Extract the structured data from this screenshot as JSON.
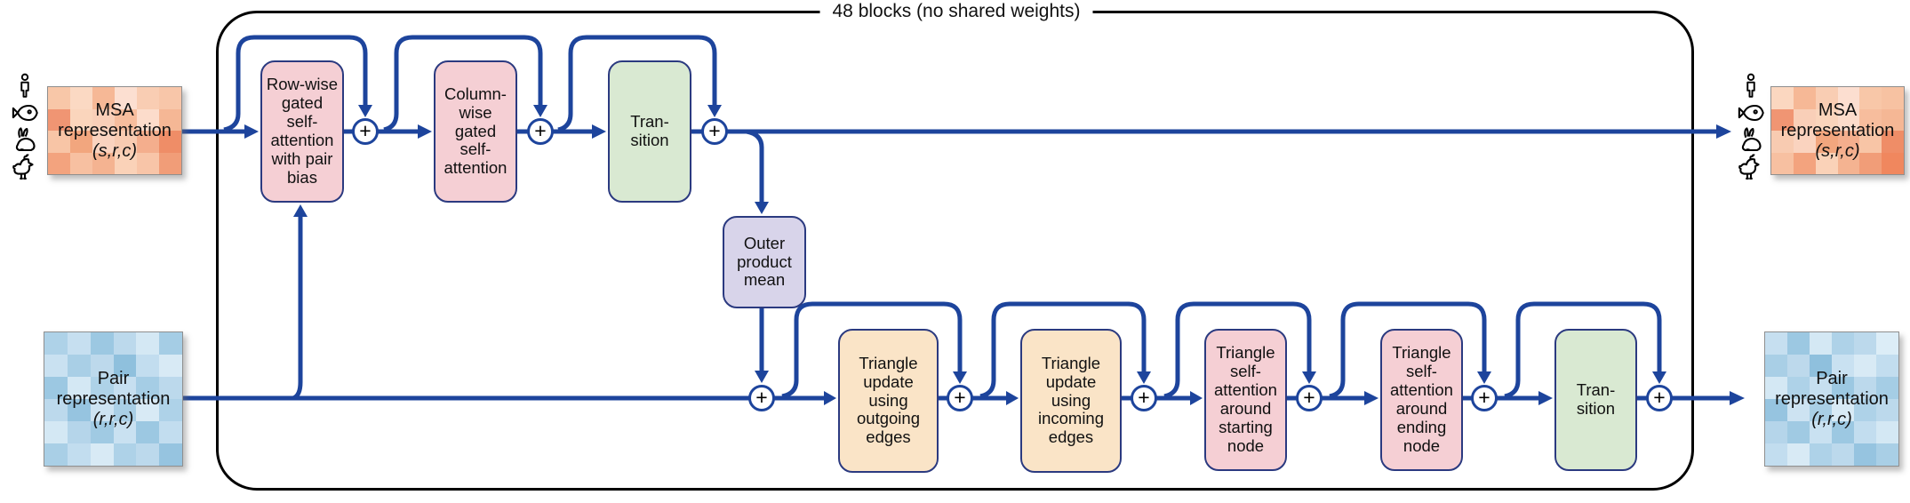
{
  "figure": {
    "top_label": "48 blocks (no shared weights)",
    "plus_symbol": "+"
  },
  "colors": {
    "wire_blue": "#1d449c",
    "block_border_navy": "#2b3a80",
    "attention_pink": "#f5cfd4",
    "transition_green": "#d9e9d2",
    "outer_product_purple": "#d8d4ea",
    "triangle_update_peach": "#fae4c7",
    "border_black": "#000000"
  },
  "msa_stream": {
    "input": {
      "name": "MSA\nrepresentation",
      "shape": "(s,r,c)"
    },
    "output": {
      "name": "MSA\nrepresentation",
      "shape": "(s,r,c)"
    },
    "blocks": [
      {
        "label": "Row-wise\ngated\nself-\nattention\nwith pair\nbias",
        "color": "#f5cfd4"
      },
      {
        "label": "Column-\nwise\ngated\nself-\nattention",
        "color": "#f5cfd4"
      },
      {
        "label": "Tran-\nsition",
        "color": "#d9e9d2"
      }
    ],
    "outer_product": {
      "label": "Outer\nproduct\nmean",
      "color": "#d8d4ea"
    }
  },
  "pair_stream": {
    "input": {
      "name": "Pair\nrepresentation",
      "shape": "(r,r,c)"
    },
    "output": {
      "name": "Pair\nrepresentation",
      "shape": "(r,r,c)"
    },
    "blocks": [
      {
        "label": "Triangle\nupdate\nusing\noutgoing\nedges",
        "color": "#fae4c7"
      },
      {
        "label": "Triangle\nupdate\nusing\nincoming\nedges",
        "color": "#fae4c7"
      },
      {
        "label": "Triangle\nself-\nattention\naround\nstarting\nnode",
        "color": "#f5cfd4"
      },
      {
        "label": "Triangle\nself-\nattention\naround\nending\nnode",
        "color": "#f5cfd4"
      },
      {
        "label": "Tran-\nsition",
        "color": "#d9e9d2"
      }
    ]
  },
  "icons": {
    "species": [
      "human-icon",
      "fish-icon",
      "rabbit-icon",
      "rooster-icon"
    ]
  },
  "heatmaps": {
    "msa_input": [
      [
        "#f8c7a8",
        "#fbd9c3",
        "#f6b896",
        "#fcdfd1",
        "#f9cdb3",
        "#f8c6a9"
      ],
      [
        "#f09573",
        "#fad5bc",
        "#f9cfb8",
        "#f7bd9d",
        "#fcdccb",
        "#f5b795"
      ],
      [
        "#f8c5a6",
        "#f2a67e",
        "#fad3bf",
        "#f8cbb1",
        "#f4ae8d",
        "#ef8d67"
      ],
      [
        "#f3a37e",
        "#f7c0a1",
        "#f4b391",
        "#fad2b8",
        "#f8c5a8",
        "#f19d78"
      ]
    ],
    "msa_output": [
      [
        "#fbd7c0",
        "#f6b896",
        "#f9cdb3",
        "#fcded0",
        "#f8c7a8",
        "#f7c2a2"
      ],
      [
        "#f09573",
        "#f9cfb8",
        "#fad5bc",
        "#fcdccb",
        "#f7bd9d",
        "#f5b795"
      ],
      [
        "#f8cbb1",
        "#fad3bf",
        "#f2a67e",
        "#f4ae8d",
        "#f8c5a6",
        "#ef8d67"
      ],
      [
        "#f7c0a1",
        "#f3a37e",
        "#fad2b8",
        "#f4b391",
        "#f19d78",
        "#f0875e"
      ]
    ],
    "pair_input": [
      [
        "#aed2e8",
        "#c6dff0",
        "#9cc8e2",
        "#bcd9ec",
        "#d4e8f4",
        "#a5cde5"
      ],
      [
        "#c9e1f1",
        "#a9cfe6",
        "#bdd9ec",
        "#8fc0dd",
        "#c2ddef",
        "#d8eaf5"
      ],
      [
        "#9cc8e2",
        "#d4e8f4",
        "#aed2e8",
        "#c6dff0",
        "#a5cde5",
        "#bcd9ec"
      ],
      [
        "#bcd9ec",
        "#96c4e0",
        "#cde3f2",
        "#a9cfe6",
        "#d8eaf5",
        "#aed2e8"
      ],
      [
        "#d4e8f4",
        "#b5d5ea",
        "#a0cae3",
        "#c9e1f1",
        "#9cc8e2",
        "#c2ddef"
      ],
      [
        "#a9cfe6",
        "#c2ddef",
        "#d8eaf5",
        "#aed2e8",
        "#bcd9ec",
        "#96c4e0"
      ]
    ],
    "pair_output": [
      [
        "#c6dff0",
        "#9cc8e2",
        "#d4e8f4",
        "#aed2e8",
        "#bcd9ec",
        "#dcedf7"
      ],
      [
        "#a9cfe6",
        "#bdd9ec",
        "#8fc0dd",
        "#c9e1f1",
        "#d8eaf5",
        "#c2ddef"
      ],
      [
        "#d4e8f4",
        "#aed2e8",
        "#c6dff0",
        "#9cc8e2",
        "#bcd9ec",
        "#a5cde5"
      ],
      [
        "#96c4e0",
        "#cde3f2",
        "#a9cfe6",
        "#d8eaf5",
        "#aed2e8",
        "#bcd9ec"
      ],
      [
        "#b5d5ea",
        "#a0cae3",
        "#c9e1f1",
        "#9cc8e2",
        "#c2ddef",
        "#d4e8f4"
      ],
      [
        "#c2ddef",
        "#d8eaf5",
        "#aed2e8",
        "#bcd9ec",
        "#96c4e0",
        "#a9cfe6"
      ]
    ]
  }
}
